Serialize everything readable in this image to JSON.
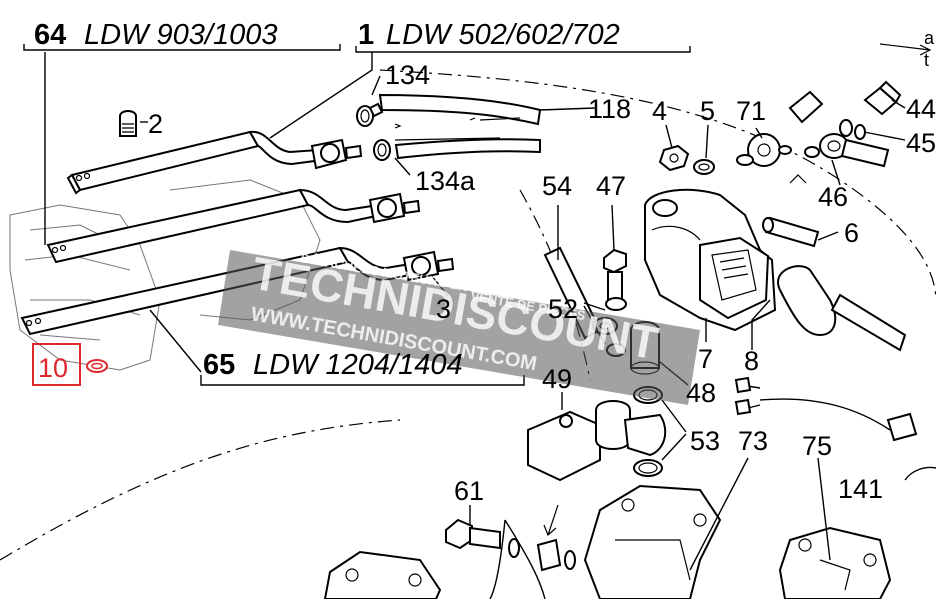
{
  "headers": {
    "left_num": "64",
    "left_text": "LDW 903/1003",
    "mid_num": "1",
    "mid_text": "LDW 502/602/702",
    "bottom_num": "65",
    "bottom_text": "LDW 1204/1404"
  },
  "labels": {
    "p2": "2",
    "p3": "3",
    "p4": "4",
    "p5": "5",
    "p6": "6",
    "p7": "7",
    "p8": "8",
    "p10": "10",
    "p44": "44",
    "p45": "45",
    "p46": "46",
    "p47": "47",
    "p48": "48",
    "p49": "49",
    "p52": "52",
    "p53": "53",
    "p54": "54",
    "p61": "61",
    "p71": "71",
    "p73": "73",
    "p75": "75",
    "p118": "118",
    "p134": "134",
    "p134a": "134a",
    "p141": "141",
    "corner_a": "a",
    "corner_t": "t"
  },
  "watermark": {
    "brand": "TECHNIDISCOUNT",
    "tagline_1": "VENTE DE PIÈCES",
    "tagline_2": "DÉTACHÉES MOTEURS EN LIGNE",
    "url": "WWW.TECHNIDISCOUNT.COM"
  },
  "colors": {
    "highlight_box": "#e0282c",
    "watermark_band": "#555555",
    "line": "#000000"
  }
}
